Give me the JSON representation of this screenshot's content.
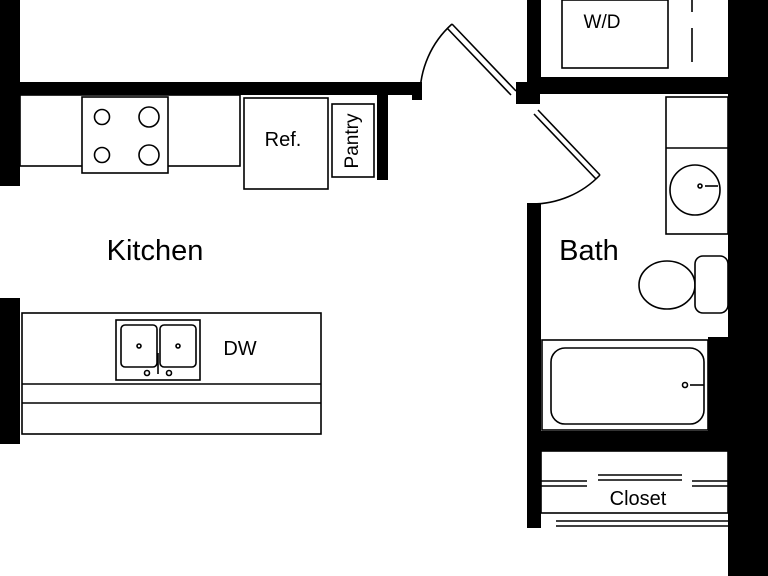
{
  "rooms": {
    "kitchen": "Kitchen",
    "bath": "Bath"
  },
  "fixtures": {
    "washer_dryer": "W/D",
    "refrigerator": "Ref.",
    "pantry": "Pantry",
    "dishwasher": "DW",
    "closet": "Closet"
  }
}
